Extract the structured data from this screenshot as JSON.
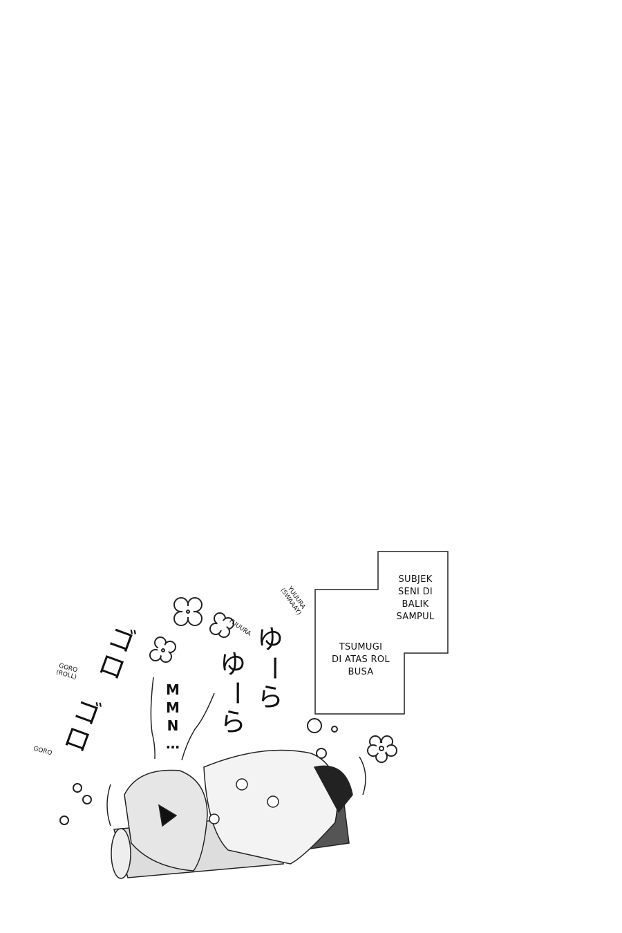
{
  "captions": {
    "box_top": [
      "SUBJEK",
      "SENI DI",
      "BALIK",
      "SAMPUL"
    ],
    "box_bottom": [
      "TSUMUGI",
      "DI ATAS ROL",
      "BUSA"
    ]
  },
  "sfx": {
    "goro_roll": "GORO\n(ROLL)",
    "goro": "GORO",
    "yuuura_swaaay": "YUUURA\n(SWAAAY)",
    "yuuura": "YUUURA",
    "mmn": [
      "M",
      "M",
      "N",
      "…"
    ],
    "goro_jp": [
      "ゴ",
      "ロ",
      "ゴ",
      "ロ"
    ],
    "yura_jp_1": [
      "ゆ",
      "ー",
      "ら"
    ],
    "yura_jp_2": [
      "ゆ",
      "ー",
      "ら"
    ]
  }
}
